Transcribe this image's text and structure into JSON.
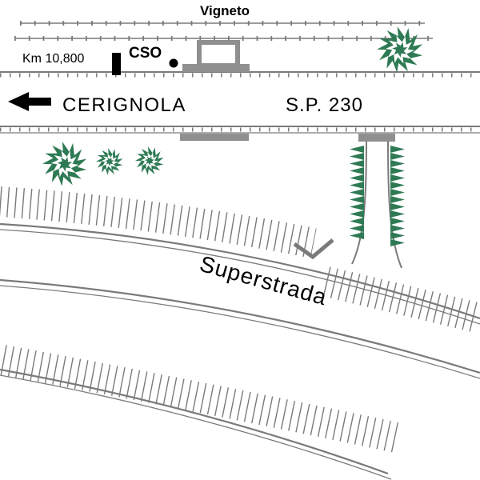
{
  "labels": {
    "vineyard": "Vigneto",
    "km_marker": "Km 10,800",
    "station": "CSO",
    "destination": "CERIGNOLA",
    "road": "S.P. 230",
    "highway": "Superstrada"
  },
  "colors": {
    "ink": "#000000",
    "line_gray": "#7a7a7a",
    "fill_gray": "#8f8f8f",
    "tree_green": "#2e7a54"
  }
}
